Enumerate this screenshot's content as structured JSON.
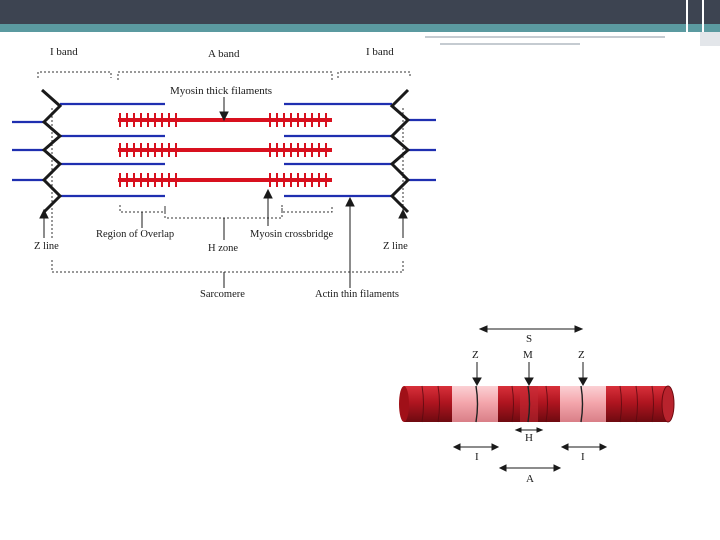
{
  "top_diagram": {
    "labels": {
      "i_band_left": "I band",
      "a_band": "A band",
      "i_band_right": "I band",
      "myosin_thick": "Myosin thick filaments",
      "region_overlap": "Region of Overlap",
      "h_zone": "H zone",
      "myosin_crossbridge": "Myosin crossbridge",
      "z_line_left": "Z line",
      "z_line_right": "Z line",
      "sarcomere": "Sarcomere",
      "actin_thin": "Actin thin filaments"
    },
    "colors": {
      "actin": "#1f2fb0",
      "myosin": "#d8101e",
      "z_line": "#1a1a1a",
      "bracket": "#333333"
    }
  },
  "bottom_diagram": {
    "labels": {
      "s": "S",
      "z_left": "Z",
      "m": "M",
      "z_right": "Z",
      "h": "H",
      "i_left": "I",
      "i_right": "I",
      "a": "A"
    },
    "colors": {
      "dark_band": "#a01018",
      "light_band": "#f4a7ad"
    }
  }
}
